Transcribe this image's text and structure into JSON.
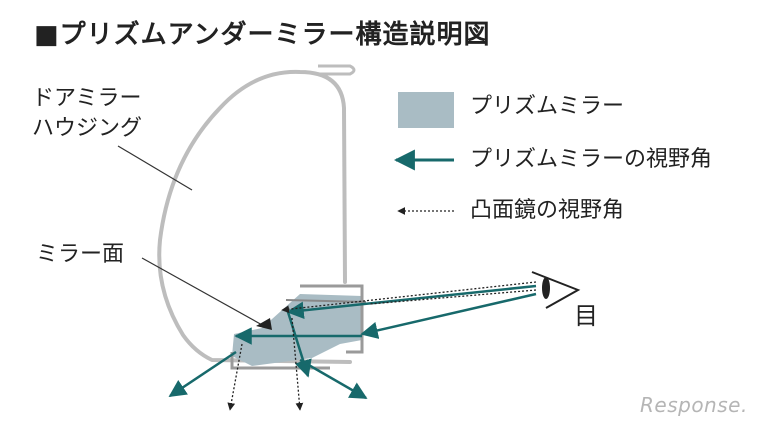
{
  "title": "■プリズムアンダーミラー構造説明図",
  "labels": {
    "door_mirror_housing_line1": "ドアミラー",
    "door_mirror_housing_line2": "ハウジング",
    "mirror_surface": "ミラー面",
    "eye": "目"
  },
  "legend": {
    "prism_mirror": "プリズムミラー",
    "prism_view_angle": "プリズムミラーの視野角",
    "convex_view_angle": "凸面鏡の視野角"
  },
  "watermark": "Response.",
  "colors": {
    "prism_fill": "#a9bcc4",
    "teal_arrow": "#17696b",
    "housing_gray": "#bdbdbd",
    "text": "#222222"
  }
}
